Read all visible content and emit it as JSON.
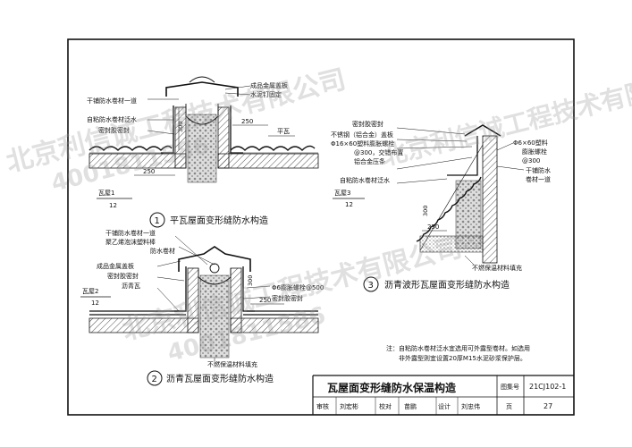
{
  "sheet_title": "瓦屋面变形缝防水保温构造",
  "atlas_no_label": "图集号",
  "atlas_no": "21CJ102-1",
  "page_label": "页",
  "page_no": "27",
  "signature_row": {
    "review_label": "审核",
    "review_name": "刘宏彬",
    "check_label": "校对",
    "check_name": "苗鹏",
    "design_label": "设计",
    "design_name": "刘忠伟"
  },
  "note": {
    "line1": "注：自粘防水卷材泛水宜选用可外露型卷材。如选用",
    "line2": "非外露型则宜设置20厚M15水泥砂浆保护层。"
  },
  "watermark": {
    "company": "北京利信诚工程技术有限公司",
    "phone": "4001811586"
  },
  "detail1": {
    "number": "1",
    "title": "平瓦屋面变形缝防水构造",
    "ref_label": "瓦屋1",
    "ref_page": "12",
    "callouts": {
      "top_right_1": "成品金属盖板",
      "top_right_2": "水泥钉固定",
      "left_1": "干铺防水卷材一道",
      "left_2": "自粘防水卷材泛水",
      "left_3": "密封胶密封",
      "dim_vertical": "300",
      "dim_right": "250",
      "dim_bottom": "250",
      "flat_tile": "平瓦"
    }
  },
  "detail2": {
    "number": "2",
    "title": "沥青瓦屋面变形缝防水构造",
    "ref_label": "瓦屋2",
    "ref_page": "12",
    "callouts": {
      "top_1": "干铺防水卷材一道",
      "top_2": "聚乙烯泡沫塑料棒",
      "top_3": "防水卷材",
      "left_1": "成品金属盖板",
      "left_2": "密封胶密封",
      "left_3": "沥青瓦",
      "right_1": "Φ6膨胀螺栓@500",
      "right_2": "密封胶密封",
      "bottom": "不燃保温材料填充",
      "dim_vertical": "300",
      "dim_horizontal": "250"
    }
  },
  "detail3": {
    "number": "3",
    "title": "沥青波形瓦屋面变形缝防水构造",
    "ref_label": "瓦屋3",
    "ref_page": "12",
    "callouts": {
      "left_1": "密封胶密封",
      "left_2": "不锈钢（铝合金）盖板",
      "left_3": "Φ16×60塑料膨胀螺栓",
      "left_4": "@300，交错布置",
      "left_5": "铝合金压条",
      "left_6": "自粘防水卷材泛水",
      "right_1": "Φ6×60塑料",
      "right_2": "膨胀螺栓",
      "right_3": "@300",
      "right_4": "干铺防水",
      "right_5": "卷材一道",
      "bottom": "不燃保温材料填充",
      "dim_vertical": "300",
      "dim_horizontal": "250"
    }
  }
}
